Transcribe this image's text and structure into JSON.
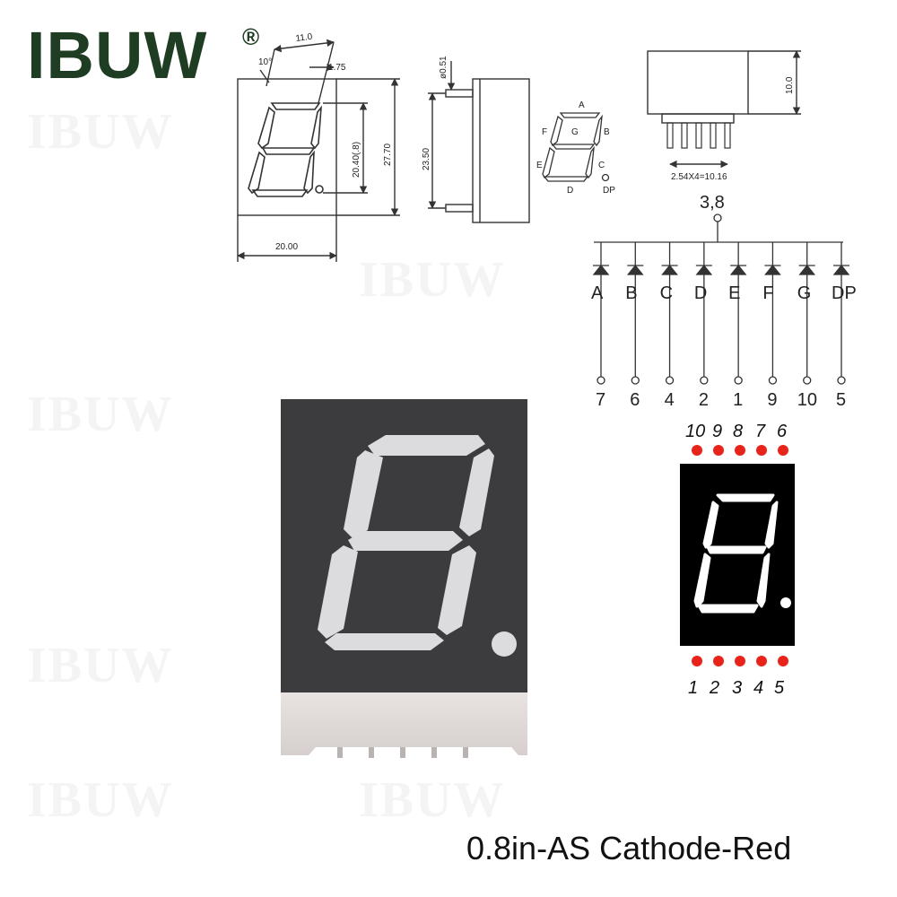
{
  "brand": {
    "name": "IBUW",
    "registered": "®"
  },
  "caption": "0.8in-AS Cathode-Red",
  "front_view": {
    "dims": {
      "tilt": "10°",
      "segment_width": "11.0",
      "dp_offset": "1.75",
      "digit_height": "20.40(.8)",
      "height": "27.70",
      "width": "20.00"
    }
  },
  "side_view": {
    "dims": {
      "height": "23.50",
      "lead_diameter": "ø0.51"
    }
  },
  "segment_map": {
    "labels": [
      "A",
      "B",
      "C",
      "D",
      "E",
      "F",
      "G",
      "DP"
    ]
  },
  "bottom_view": {
    "dims": {
      "pitch": "2.54X4=10.16",
      "height": "10.0"
    }
  },
  "circuit": {
    "common_pins": "3,8",
    "segments": [
      "A",
      "B",
      "C",
      "D",
      "E",
      "F",
      "G",
      "DP"
    ],
    "pins": [
      "7",
      "6",
      "4",
      "2",
      "1",
      "9",
      "10",
      "5"
    ]
  },
  "pinout": {
    "top": [
      "10",
      "9",
      "8",
      "7",
      "6"
    ],
    "bottom": [
      "1",
      "2",
      "3",
      "4",
      "5"
    ]
  },
  "colors": {
    "pin_dot": "#e8231a",
    "body": "#3c3c3e",
    "segment": "#dcdcde",
    "logo": "#1f3d22"
  }
}
